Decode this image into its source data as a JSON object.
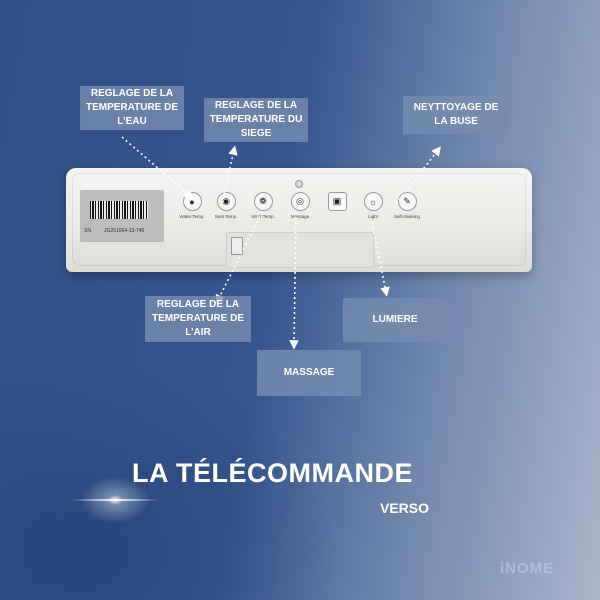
{
  "remote": {
    "serial_prefix": "SN",
    "serial": "JG251064-13-745",
    "buttons": [
      {
        "label": "Water Temp.",
        "glyph": "●"
      },
      {
        "label": "Seat Temp.",
        "glyph": "◉"
      },
      {
        "label": "Wind Temp.",
        "glyph": "❁"
      },
      {
        "label": "Massage",
        "glyph": "◎"
      },
      {
        "label": "",
        "glyph": "▣"
      },
      {
        "label": "Light",
        "glyph": "☼"
      },
      {
        "label": "Self-cleaning",
        "glyph": "✎"
      }
    ]
  },
  "callouts": {
    "water": "REGLAGE DE LA TEMPERATURE DE L’EAU",
    "seat": "REGLAGE DE LA TEMPERATURE DU SIEGE",
    "nozzle": "NEYTTOYAGE DE LA BUSE",
    "air": "REGLAGE DE LA TEMPERATURE DE L’AIR",
    "light": "LUMIERE",
    "massage": "MASSAGE"
  },
  "title": "LA TÉLÉCOMMANDE",
  "subtitle": "VERSO",
  "brand": "iNOME",
  "colors": {
    "callout_bg": "#768cb0",
    "background": "#34568d"
  }
}
